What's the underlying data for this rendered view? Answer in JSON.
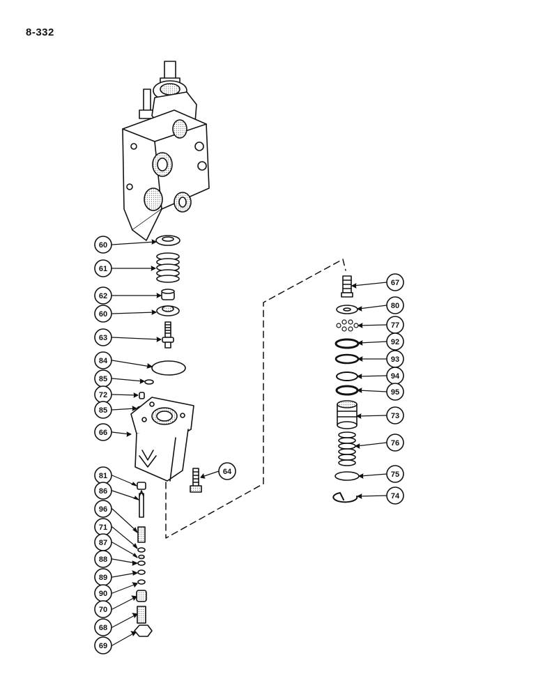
{
  "page": {
    "number": "8-332"
  },
  "callouts": {
    "c60a": "60",
    "c61": "61",
    "c62": "62",
    "c60b": "60",
    "c63": "63",
    "c84": "84",
    "c85a": "85",
    "c72": "72",
    "c85b": "85",
    "c66": "66",
    "c64": "64",
    "c81": "81",
    "c86": "86",
    "c96": "96",
    "c71": "71",
    "c87": "87",
    "c88": "88",
    "c89": "89",
    "c90": "90",
    "c70": "70",
    "c68": "68",
    "c69": "69",
    "c67": "67",
    "c80": "80",
    "c77": "77",
    "c92": "92",
    "c93": "93",
    "c94": "94",
    "c95": "95",
    "c73": "73",
    "c76": "76",
    "c75": "75",
    "c74": "74"
  },
  "colors": {
    "ink": "#111111",
    "paper": "#ffffff",
    "shade": "#cfcfcf"
  }
}
